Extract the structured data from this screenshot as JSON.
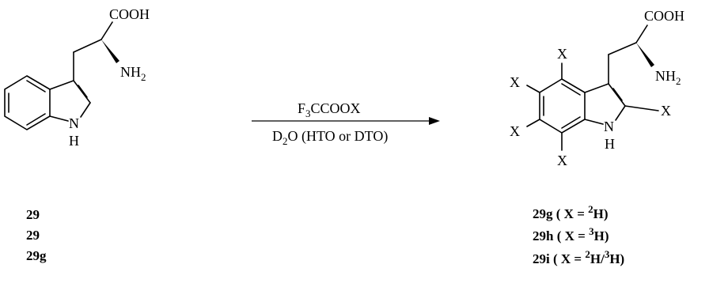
{
  "reactant": {
    "acid_group": "COOH",
    "amine": "NH",
    "amine_subscript": "2",
    "ring_n": "N",
    "ring_h": "H",
    "labels": [
      "29",
      "29",
      "29g"
    ]
  },
  "reagents": {
    "top_prefix": "F",
    "top_subscript": "3",
    "top_suffix": "CCOOX",
    "bottom_prefix": "D",
    "bottom_subscript": "2",
    "bottom_suffix": "O (HTO or DTO)"
  },
  "product": {
    "acid_group": "COOH",
    "amine": "NH",
    "amine_subscript": "2",
    "ring_n": "N",
    "ring_h": "H",
    "substituent": "X",
    "labels": [
      {
        "id": "29g",
        "open": " ( X = ",
        "sup1": "2",
        "mid": "H",
        "sup2": "",
        "tail": ")"
      },
      {
        "id": "29h",
        "open": " ( X = ",
        "sup1": "3",
        "mid": "H",
        "sup2": "",
        "tail": ")"
      },
      {
        "id": "29i",
        "open": " ( X = ",
        "sup1": "2",
        "mid": "H/",
        "sup2": "3",
        "tail": "H)"
      }
    ]
  }
}
